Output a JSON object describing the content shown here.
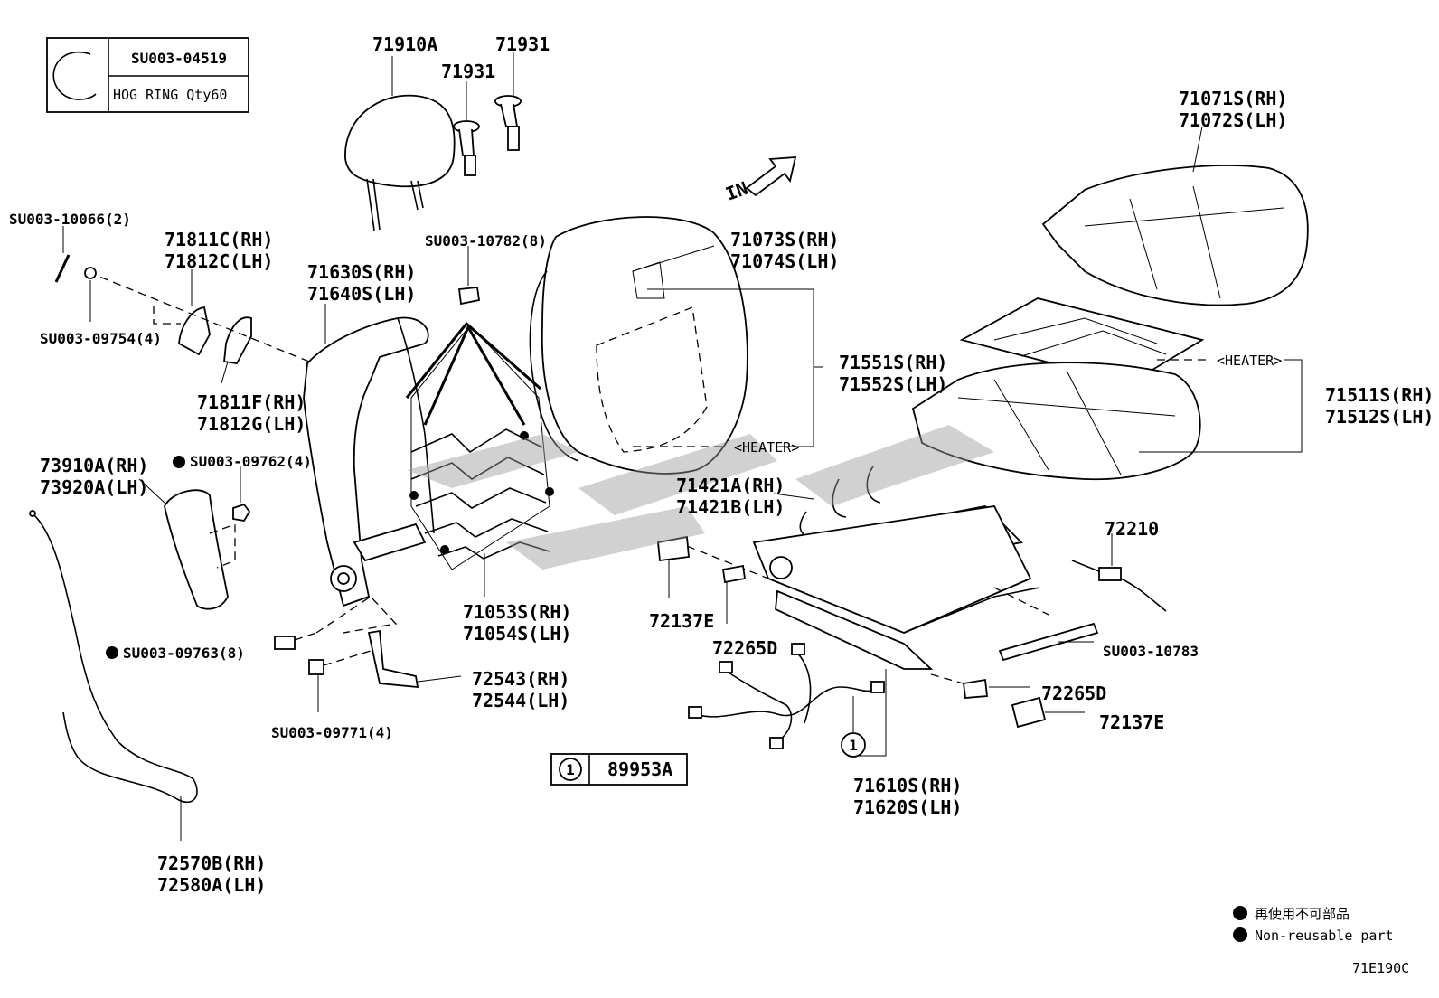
{
  "legend_box": {
    "part_no": "SU003-04519",
    "description": "HOG RING Qty60"
  },
  "labels": {
    "headrest": "71910A",
    "guide_a": "71931",
    "guide_b": "71931",
    "backcover_1": "71071S(RH)",
    "backcover_2": "71072S(LH)",
    "screw_su10066": "SU003-10066(2)",
    "trim1_1": "71811C(RH)",
    "trim1_2": "71812C(LH)",
    "frame_1": "71630S(RH)",
    "frame_2": "71640S(LH)",
    "clip_su10782": "SU003-10782(8)",
    "backpad_cover_1": "71073S(RH)",
    "backpad_cover_2": "71074S(LH)",
    "direction": "IN",
    "screw_su09754": "SU003-09754(4)",
    "trim2_1": "71811F(RH)",
    "trim2_2": "71812G(LH)",
    "back_heater_1": "71551S(RH)",
    "back_heater_2": "71552S(LH)",
    "heater_tag_1": "<HEATER>",
    "heater_tag_2": "<HEATER>",
    "nut_su09762": "SU003-09762(4)",
    "cushion_cover_1": "71511S(RH)",
    "cushion_cover_2": "71512S(LH)",
    "side_panel_1": "73910A(RH)",
    "side_panel_2": "73920A(LH)",
    "spring_1": "71421A(RH)",
    "spring_2": "71421B(LH)",
    "sensor": "72210",
    "springs_back_1": "71053S(RH)",
    "springs_back_2": "71054S(LH)",
    "cover_72137_a": "72137E",
    "clip_72265_a": "72265D",
    "bolt_su09763": "SU003-09763(8)",
    "su10783": "SU003-10783",
    "bracket_1": "72543(RH)",
    "bracket_2": "72544(LH)",
    "clip_72265_b": "72265D",
    "cover_72137_b": "72137E",
    "bolt_su09771": "SU003-09771(4)",
    "note_no": "1",
    "note_part": "89953A",
    "adjuster_1": "71610S(RH)",
    "adjuster_2": "71620S(LH)",
    "cable_1": "72570B(RH)",
    "cable_2": "72580A(LH)",
    "circled_note": "1"
  },
  "footer": {
    "non_reusable_jp": "再使用不可部品",
    "non_reusable_en": "Non-reusable part",
    "figure_code": "71E190C"
  }
}
